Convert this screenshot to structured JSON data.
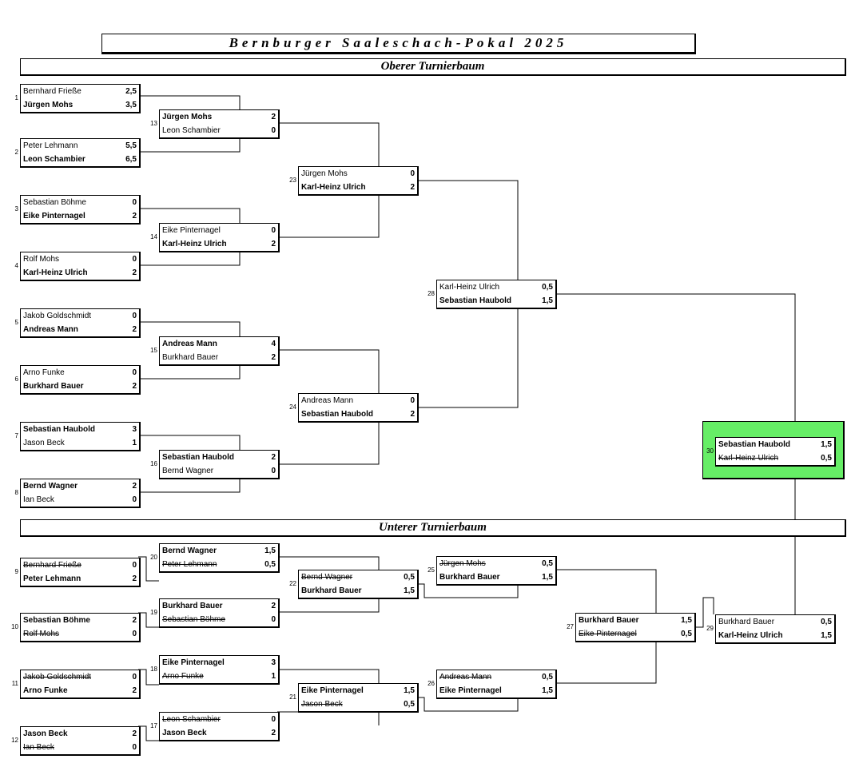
{
  "title": "Bernburger Saaleschach-Pokal 2025",
  "sections": {
    "upper": "Oberer Turnierbaum",
    "lower": "Unterer Turnierbaum"
  },
  "colors": {
    "final_highlight": "#66ee66"
  },
  "matches": [
    {
      "id": "1",
      "players": [
        {
          "name": "Bernhard Frieße",
          "score": "2,5"
        },
        {
          "name": "Jürgen Mohs",
          "score": "3,5",
          "winner": true
        }
      ]
    },
    {
      "id": "2",
      "players": [
        {
          "name": "Peter Lehmann",
          "score": "5,5"
        },
        {
          "name": "Leon Schambier",
          "score": "6,5",
          "winner": true
        }
      ]
    },
    {
      "id": "3",
      "players": [
        {
          "name": "Sebastian Böhme",
          "score": "0"
        },
        {
          "name": "Eike Pinternagel",
          "score": "2",
          "winner": true
        }
      ]
    },
    {
      "id": "4",
      "players": [
        {
          "name": "Rolf Mohs",
          "score": "0"
        },
        {
          "name": "Karl-Heinz Ulrich",
          "score": "2",
          "winner": true
        }
      ]
    },
    {
      "id": "5",
      "players": [
        {
          "name": "Jakob Goldschmidt",
          "score": "0"
        },
        {
          "name": "Andreas Mann",
          "score": "2",
          "winner": true
        }
      ]
    },
    {
      "id": "6",
      "players": [
        {
          "name": "Arno Funke",
          "score": "0"
        },
        {
          "name": "Burkhard Bauer",
          "score": "2",
          "winner": true
        }
      ]
    },
    {
      "id": "7",
      "players": [
        {
          "name": "Sebastian Haubold",
          "score": "3",
          "winner": true
        },
        {
          "name": "Jason Beck",
          "score": "1"
        }
      ]
    },
    {
      "id": "8",
      "players": [
        {
          "name": "Bernd Wagner",
          "score": "2",
          "winner": true
        },
        {
          "name": "Ian Beck",
          "score": "0"
        }
      ]
    },
    {
      "id": "13",
      "players": [
        {
          "name": "Jürgen Mohs",
          "score": "2",
          "winner": true
        },
        {
          "name": "Leon Schambier",
          "score": "0"
        }
      ]
    },
    {
      "id": "14",
      "players": [
        {
          "name": "Eike Pinternagel",
          "score": "0"
        },
        {
          "name": "Karl-Heinz Ulrich",
          "score": "2",
          "winner": true
        }
      ]
    },
    {
      "id": "15",
      "players": [
        {
          "name": "Andreas Mann",
          "score": "4",
          "winner": true
        },
        {
          "name": "Burkhard Bauer",
          "score": "2"
        }
      ]
    },
    {
      "id": "16",
      "players": [
        {
          "name": "Sebastian Haubold",
          "score": "2",
          "winner": true
        },
        {
          "name": "Bernd Wagner",
          "score": "0"
        }
      ]
    },
    {
      "id": "23",
      "players": [
        {
          "name": "Jürgen Mohs",
          "score": "0"
        },
        {
          "name": "Karl-Heinz Ulrich",
          "score": "2",
          "winner": true
        }
      ]
    },
    {
      "id": "24",
      "players": [
        {
          "name": "Andreas Mann",
          "score": "0"
        },
        {
          "name": "Sebastian Haubold",
          "score": "2",
          "winner": true
        }
      ]
    },
    {
      "id": "28",
      "players": [
        {
          "name": "Karl-Heinz Ulrich",
          "score": "0,5"
        },
        {
          "name": "Sebastian Haubold",
          "score": "1,5",
          "winner": true
        }
      ]
    },
    {
      "id": "30",
      "players": [
        {
          "name": "Sebastian Haubold",
          "score": "1,5",
          "winner": true
        },
        {
          "name": "Karl-Heinz Ulrich",
          "score": "0,5",
          "out": true
        }
      ]
    },
    {
      "id": "9",
      "players": [
        {
          "name": "Bernhard Frieße",
          "score": "0",
          "out": true
        },
        {
          "name": "Peter Lehmann",
          "score": "2",
          "winner": true
        }
      ]
    },
    {
      "id": "10",
      "players": [
        {
          "name": "Sebastian Böhme",
          "score": "2",
          "winner": true
        },
        {
          "name": "Rolf Mohs",
          "score": "0",
          "out": true
        }
      ]
    },
    {
      "id": "11",
      "players": [
        {
          "name": "Jakob Goldschmidt",
          "score": "0",
          "out": true
        },
        {
          "name": "Arno Funke",
          "score": "2",
          "winner": true
        }
      ]
    },
    {
      "id": "12",
      "players": [
        {
          "name": "Jason Beck",
          "score": "2",
          "winner": true
        },
        {
          "name": "Ian Beck",
          "score": "0",
          "out": true
        }
      ]
    },
    {
      "id": "20",
      "players": [
        {
          "name": "Bernd Wagner",
          "score": "1,5",
          "winner": true
        },
        {
          "name": "Peter Lehmann",
          "score": "0,5",
          "out": true
        }
      ]
    },
    {
      "id": "19",
      "players": [
        {
          "name": "Burkhard Bauer",
          "score": "2",
          "winner": true
        },
        {
          "name": "Sebastian Böhme",
          "score": "0",
          "out": true
        }
      ]
    },
    {
      "id": "18",
      "players": [
        {
          "name": "Eike Pinternagel",
          "score": "3",
          "winner": true
        },
        {
          "name": "Arno Funke",
          "score": "1",
          "out": true
        }
      ]
    },
    {
      "id": "17",
      "players": [
        {
          "name": "Leon Schambier",
          "score": "0",
          "out": true
        },
        {
          "name": "Jason Beck",
          "score": "2",
          "winner": true
        }
      ]
    },
    {
      "id": "22",
      "players": [
        {
          "name": "Bernd Wagner",
          "score": "0,5",
          "out": true
        },
        {
          "name": "Burkhard Bauer",
          "score": "1,5",
          "winner": true
        }
      ]
    },
    {
      "id": "21",
      "players": [
        {
          "name": "Eike Pinternagel",
          "score": "1,5",
          "winner": true
        },
        {
          "name": "Jason Beck",
          "score": "0,5",
          "out": true
        }
      ]
    },
    {
      "id": "25",
      "players": [
        {
          "name": "Jürgen Mohs",
          "score": "0,5",
          "out": true
        },
        {
          "name": "Burkhard Bauer",
          "score": "1,5",
          "winner": true
        }
      ]
    },
    {
      "id": "26",
      "players": [
        {
          "name": "Andreas Mann",
          "score": "0,5",
          "out": true
        },
        {
          "name": "Eike Pinternagel",
          "score": "1,5",
          "winner": true
        }
      ]
    },
    {
      "id": "27",
      "players": [
        {
          "name": "Burkhard Bauer",
          "score": "1,5",
          "winner": true
        },
        {
          "name": "Eike Pinternagel",
          "score": "0,5",
          "out": true
        }
      ]
    },
    {
      "id": "29",
      "players": [
        {
          "name": "Burkhard Bauer",
          "score": "0,5"
        },
        {
          "name": "Karl-Heinz Ulrich",
          "score": "1,5",
          "winner": true
        }
      ]
    }
  ]
}
